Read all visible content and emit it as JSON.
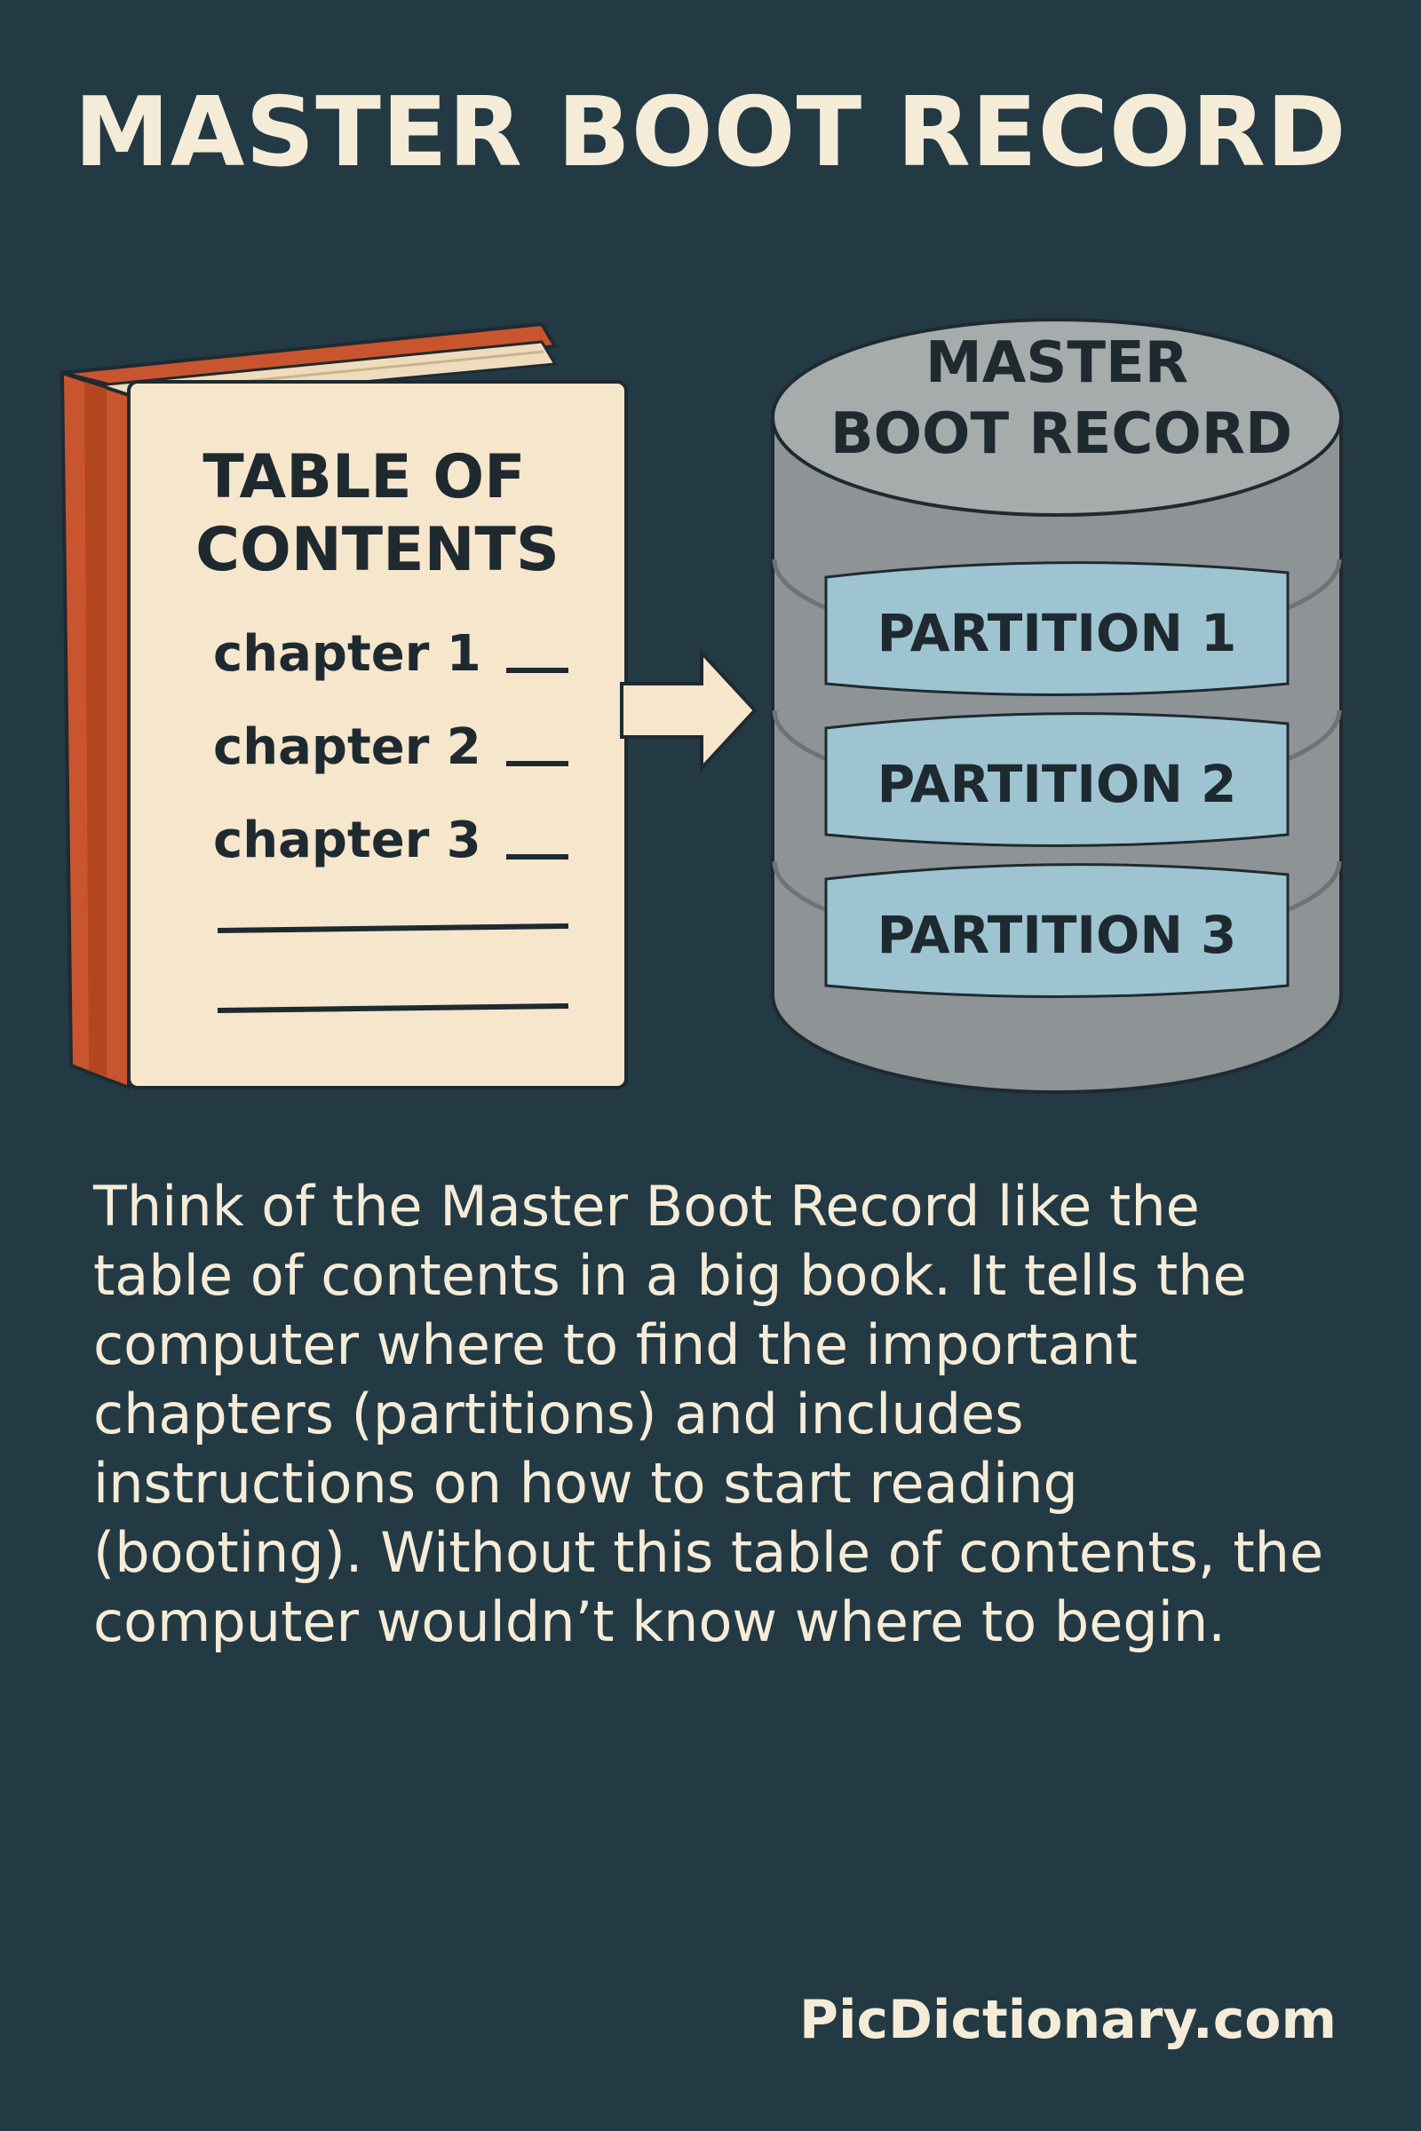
{
  "title": "MASTER BOOT RECORD",
  "book": {
    "heading_line1": "TABLE OF",
    "heading_line2": "CONTENTS",
    "chapters": [
      "chapter 1",
      "chapter 2",
      "chapter 3"
    ]
  },
  "disk": {
    "label_line1": "MASTER",
    "label_line2": "BOOT RECORD",
    "partitions": [
      "PARTITION 1",
      "PARTITION 2",
      "PARTITION 3"
    ]
  },
  "description": "Think of the Master Boot Record like the table of contents in a big book. It tells the computer where to find the important chapters (partitions) and includes instructions on how to start reading (booting). Without this table of contents, the computer wouldn’t know where to begin.",
  "footer": "PicDictionary.com",
  "colors": {
    "background": "#233a44",
    "text_light": "#f5ecd8",
    "book_cover": "#c9552e",
    "book_page": "#f5e6cc",
    "disk_gray": "#8e9496",
    "partition_blue": "#9ec4d2"
  },
  "icons": [
    "book-icon",
    "arrow-right-icon",
    "database-disk-icon"
  ]
}
